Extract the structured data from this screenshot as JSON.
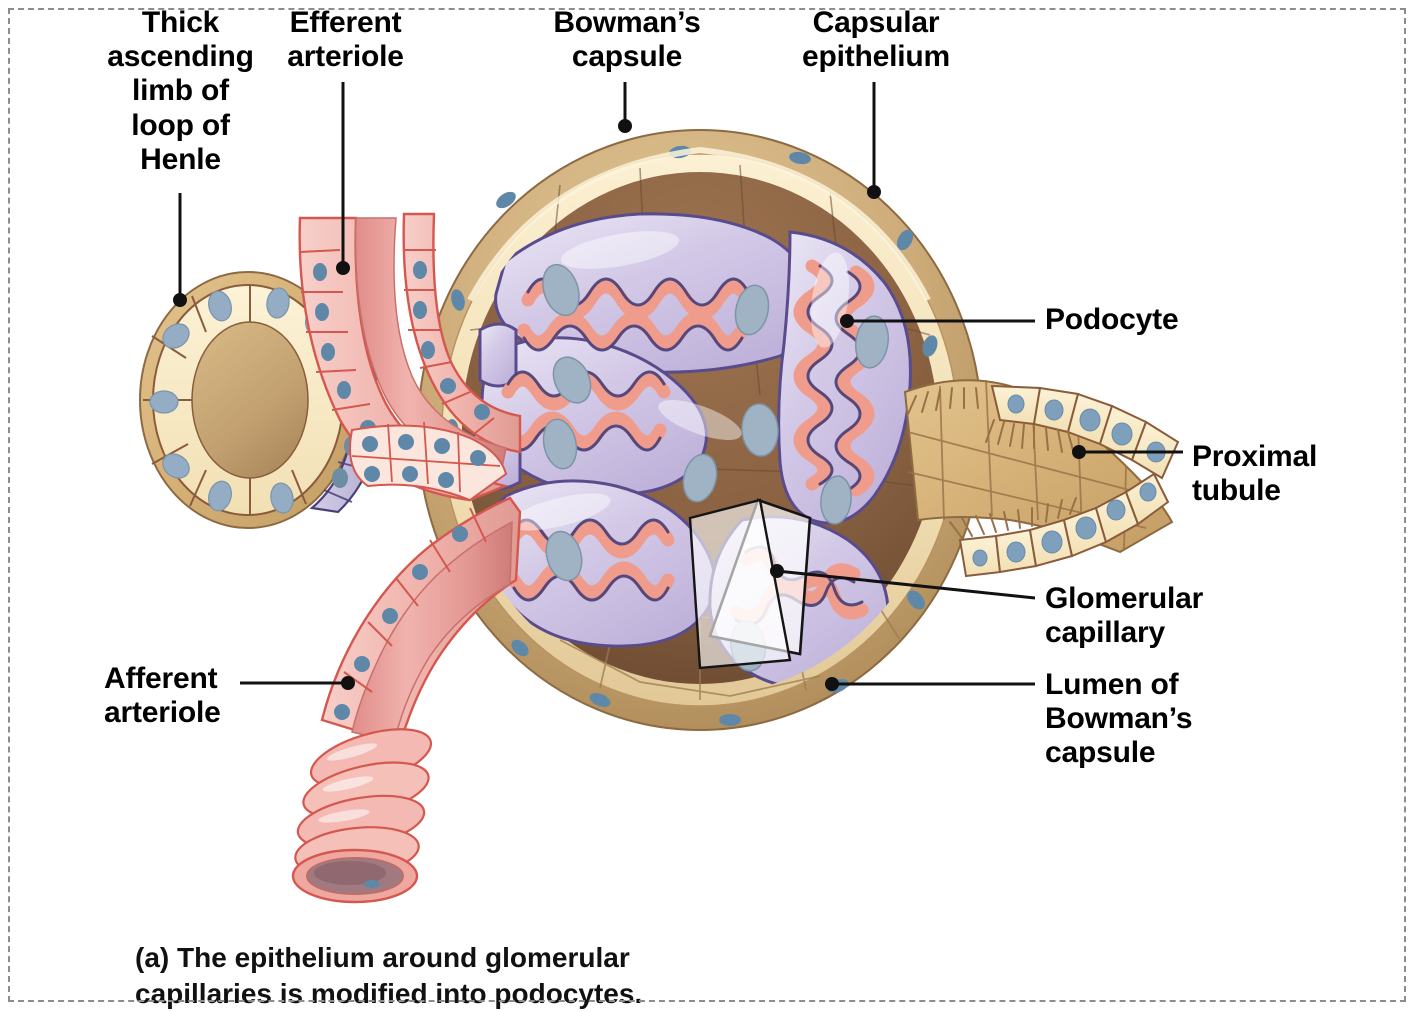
{
  "figure": {
    "caption_tag": "(a)",
    "caption_text": " The epithelium around glomerular capillaries is modified into podocytes.",
    "border_color": "#8d8d8d",
    "background": "#ffffff"
  },
  "labels": [
    {
      "id": "thick-ascending-limb",
      "text": "Thick\nascending\nlimb of\nloop of\nHenle",
      "align": "center"
    },
    {
      "id": "efferent-arteriole",
      "text": "Efferent\narteriole",
      "align": "center"
    },
    {
      "id": "bowmans-capsule",
      "text": "Bowman’s\ncapsule",
      "align": "center"
    },
    {
      "id": "capsular-epithelium",
      "text": "Capsular\nepithelium",
      "align": "center"
    },
    {
      "id": "podocyte",
      "text": "Podocyte",
      "align": "left"
    },
    {
      "id": "proximal-tubule",
      "text": "Proximal\ntubule",
      "align": "left"
    },
    {
      "id": "glomerular-capillary",
      "text": "Glomerular\ncapillary",
      "align": "left"
    },
    {
      "id": "lumen-bowmans-capsule",
      "text": "Lumen of\nBowman’s\ncapsule",
      "align": "left"
    },
    {
      "id": "afferent-arteriole",
      "text": "Afferent\narteriole",
      "align": "left"
    }
  ],
  "colors": {
    "capsule_outer": "#c9a874",
    "capsule_rim_light": "#efd9a8",
    "capsule_epithelium": "#f6e6c0",
    "capsule_interior": "#8e6847",
    "capsule_interior_dark": "#7a5536",
    "nucleus_blue": "#5f88a8",
    "podocyte_body": "#cfc4e4",
    "podocyte_outline": "#4b3f77",
    "capillary_lumen": "#ef9c8c",
    "capillary_lumen_dark": "#c9604f",
    "arteriole_wall": "#f0b3ad",
    "arteriole_lumen": "#e4918d",
    "arteriole_outline": "#d4584f",
    "tubule_cell": "#f7e8c3",
    "tubule_cell_outline": "#8a5c3b",
    "tubule_body": "#d2b078",
    "macula_densa": "#bdb8da",
    "macula_outline": "#4a3f7a",
    "leader_line": "#111111",
    "overlay_plane": "rgba(255,255,255,0.72)"
  },
  "structure": {
    "organ": "renal corpuscle",
    "parts": [
      "Bowman’s capsule",
      "capsular epithelium",
      "glomerular capillaries",
      "podocytes",
      "afferent arteriole",
      "efferent arteriole",
      "thick ascending limb of loop of Henle",
      "proximal tubule",
      "lumen of Bowman’s capsule"
    ]
  }
}
